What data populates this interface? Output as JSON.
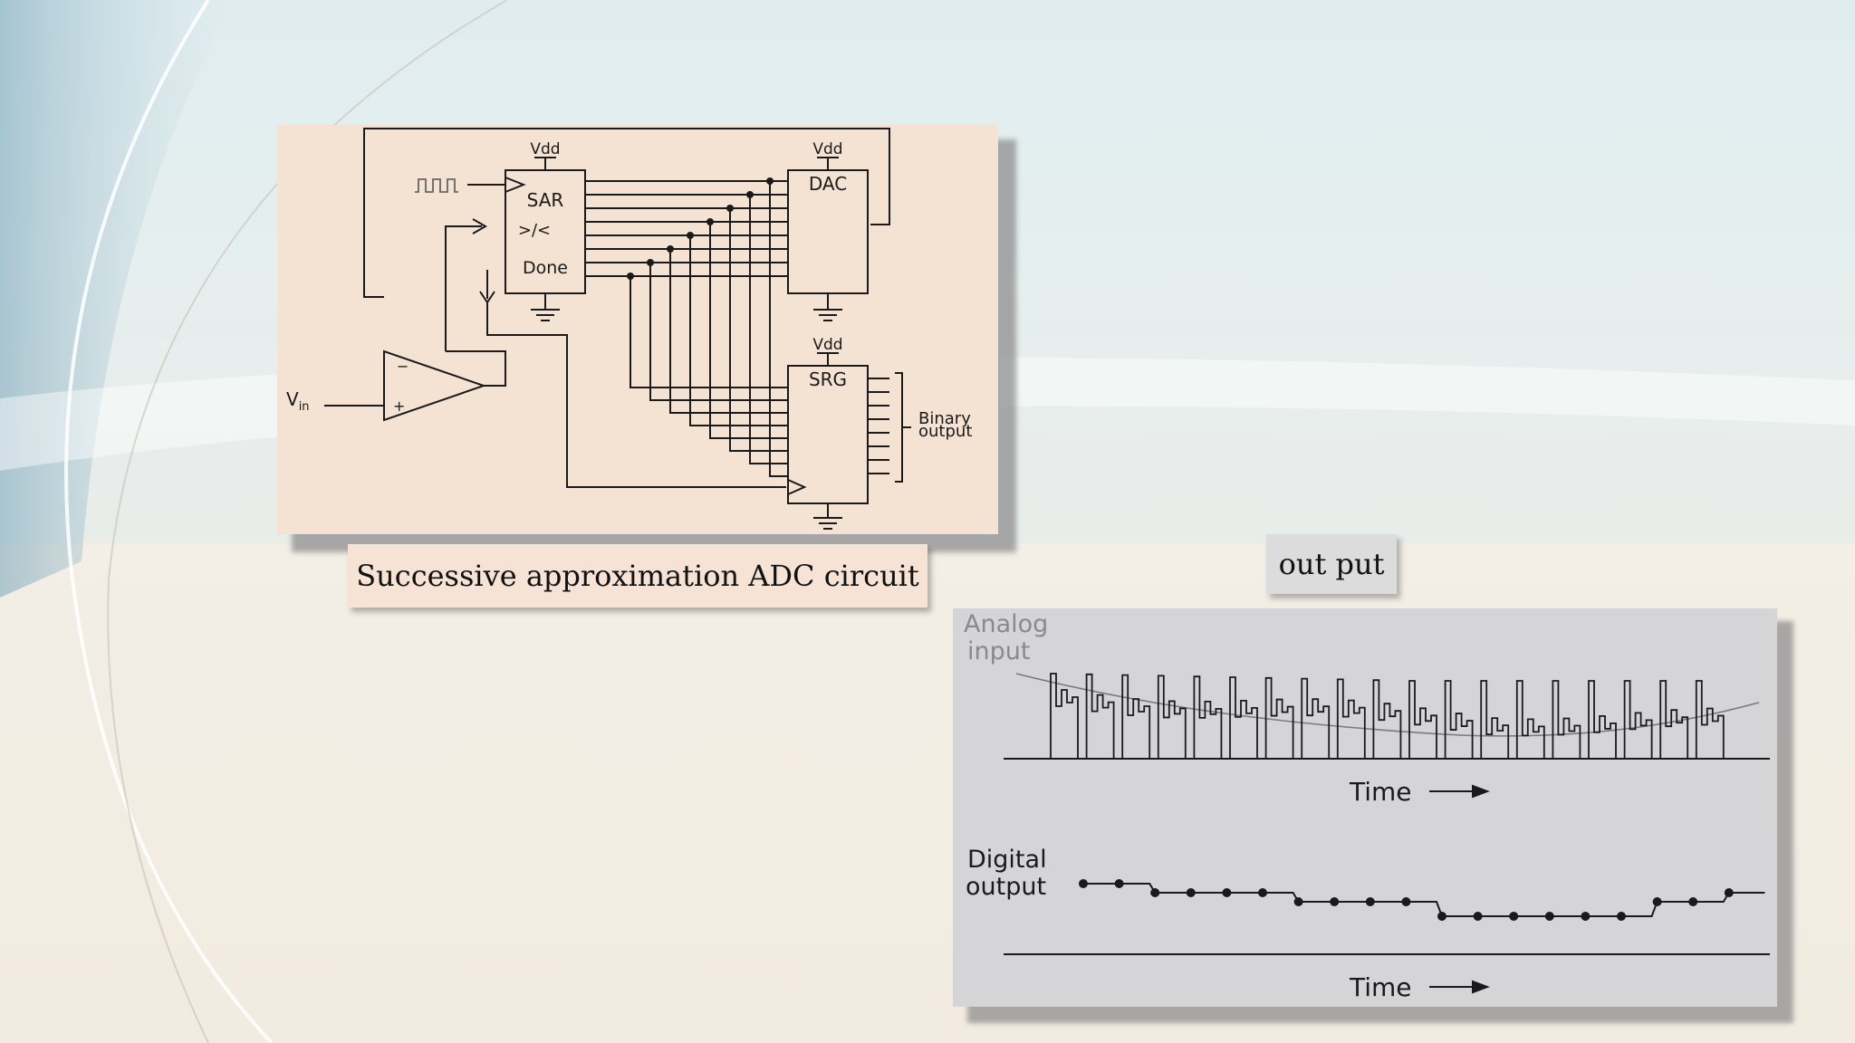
{
  "circuit": {
    "vdd_sar": "Vdd",
    "vdd_dac": "Vdd",
    "vdd_srg": "Vdd",
    "sar_label": "SAR",
    "compare_label": ">/<",
    "done_label": "Done",
    "dac_label": "DAC",
    "srg_label": "SRG",
    "vin_label": "V",
    "vin_sub": "in",
    "binary_line1": "Binary",
    "binary_line2": "output",
    "plus": "+",
    "minus": "−"
  },
  "caption_circuit": "Successive approximation ADC circuit",
  "caption_output": "out put",
  "waveform": {
    "analog_line1": "Analog",
    "analog_line2": "input",
    "time_label_1": "Time",
    "digital_line1": "Digital",
    "digital_line2": "output",
    "time_label_2": "Time",
    "arrow": "→",
    "colors": {
      "panel": "#d5d5d7",
      "ink": "#1a1a1a",
      "analog": "#7a7a7a"
    }
  }
}
